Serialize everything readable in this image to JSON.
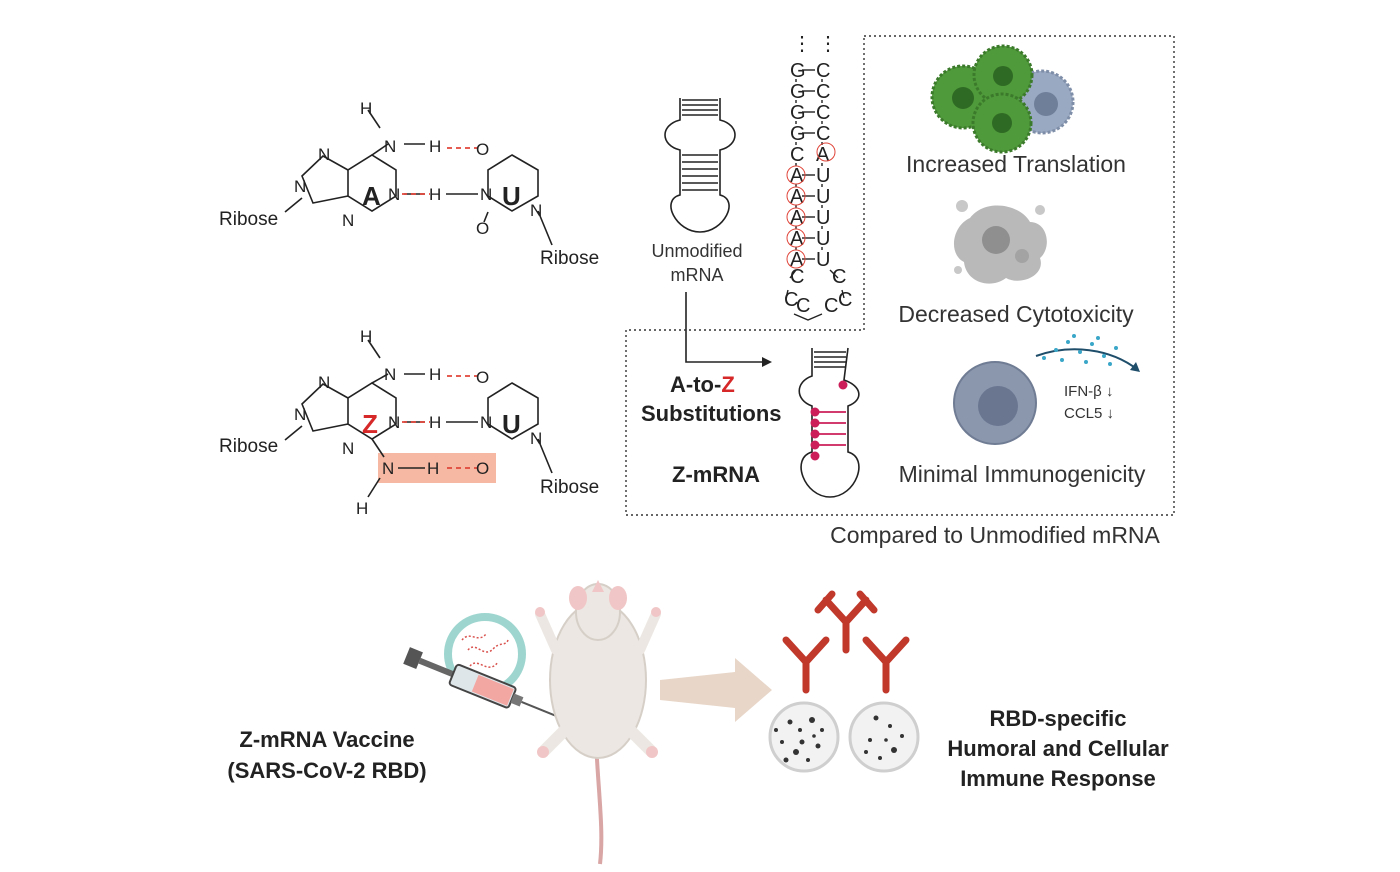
{
  "top_left": {
    "pair_au": {
      "base1": "A",
      "base2": "U",
      "ribose1": "Ribose",
      "ribose2": "Ribose",
      "atoms": {
        "n": "N",
        "h": "H",
        "o": "O"
      }
    },
    "pair_zu": {
      "base1": "Z",
      "base2": "U",
      "ribose1": "Ribose",
      "ribose2": "Ribose"
    }
  },
  "middle": {
    "unmodified_line1": "Unmodified",
    "unmodified_line2": "mRNA",
    "sequence_pairs": [
      [
        "G",
        "C"
      ],
      [
        "G",
        "C"
      ],
      [
        "G",
        "C"
      ],
      [
        "G",
        "C"
      ],
      [
        "C",
        "A"
      ],
      [
        "A",
        "U"
      ],
      [
        "A",
        "U"
      ],
      [
        "A",
        "U"
      ],
      [
        "A",
        "U"
      ],
      [
        "A",
        "U"
      ]
    ],
    "loop_letters": [
      "C",
      "C",
      "C",
      "C",
      "C",
      "C"
    ],
    "dots": "⋮",
    "substitutions_prefix": "A-to-",
    "substitutions_z": "Z",
    "substitutions_line2": "Substitutions",
    "zmrna_label": "Z-mRNA"
  },
  "effects": {
    "translation": "Increased Translation",
    "cytotoxicity": "Decreased Cytotoxicity",
    "immunogenicity": "Minimal Immunogenicity",
    "ifn": "IFN-β ↓",
    "ccl5": "CCL5 ↓",
    "compared": "Compared to Unmodified mRNA"
  },
  "bottom": {
    "vaccine_line1": "Z-mRNA Vaccine",
    "vaccine_line2": "(SARS-CoV-2 RBD)",
    "response_line1": "RBD-specific",
    "response_line2": "Humoral and Cellular",
    "response_line3": "Immune Response"
  },
  "colors": {
    "hbond": "#e0453a",
    "z_red": "#d62828",
    "highlight": "#f7b8a3",
    "cell_green": "#4f9a3a",
    "cell_blue": "#9aa9c2",
    "antibody": "#c0392b",
    "modified_dot": "#cc1f5a",
    "arrow_beige": "#e8d6c8"
  }
}
